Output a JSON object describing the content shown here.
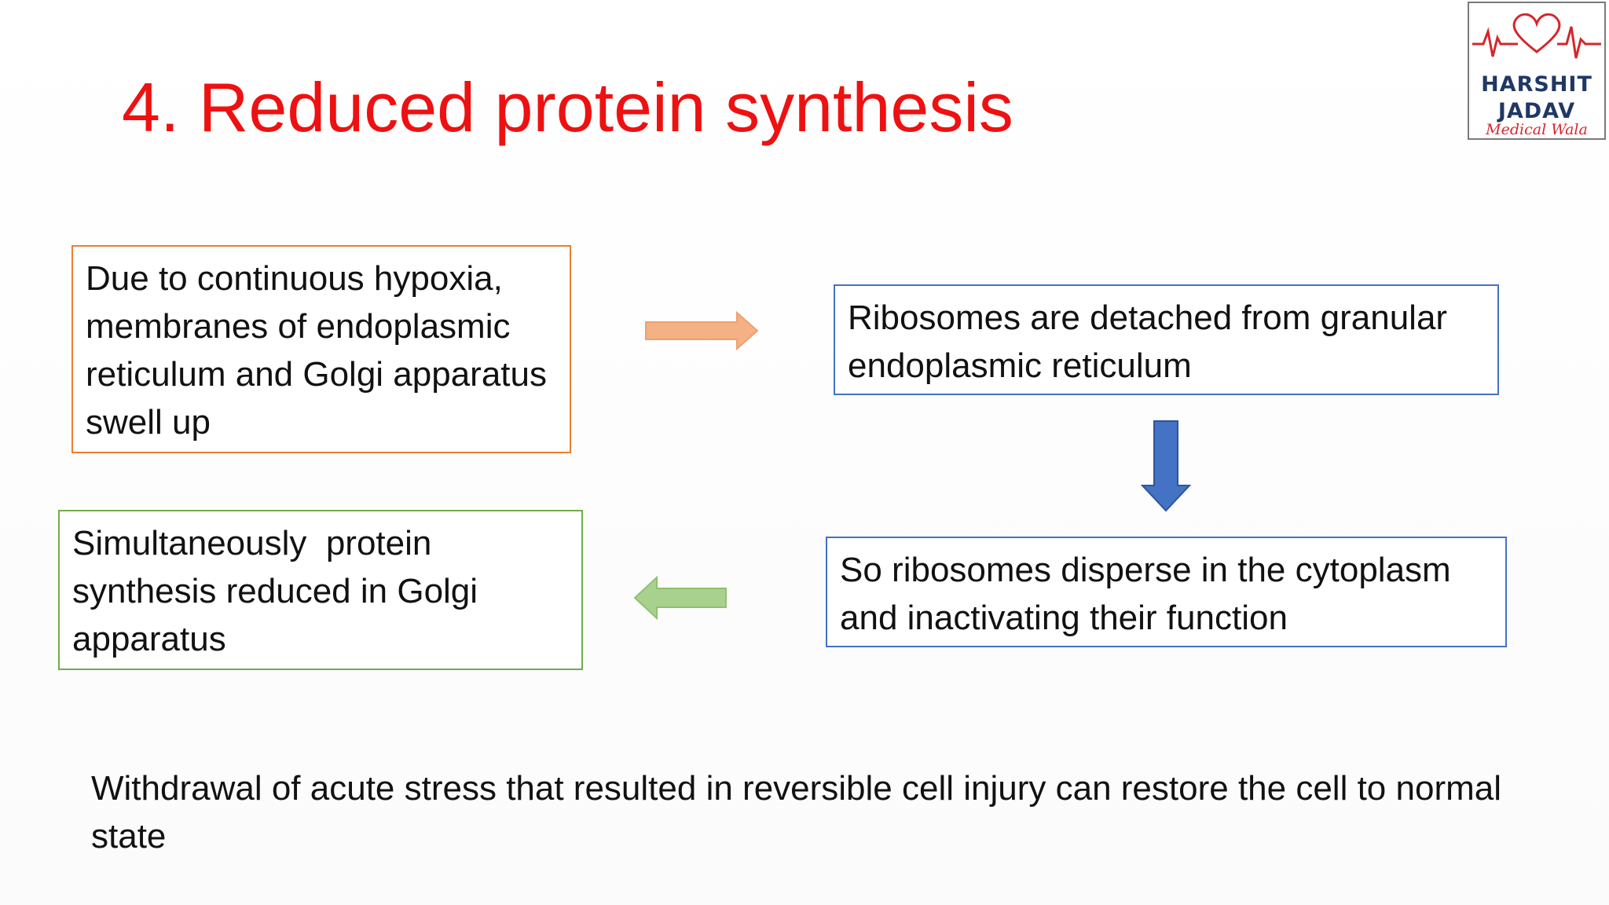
{
  "slide": {
    "title": "4. Reduced protein synthesis",
    "boxes": {
      "hypoxia": "Due to continuous hypoxia, membranes of endoplasmic reticulum and Golgi apparatus swell up",
      "ribosomes_detached": "Ribosomes are detached from granular endoplasmic reticulum",
      "ribosomes_disperse": "So ribosomes disperse in the cytoplasm and inactivating their function",
      "synthesis_reduced": "Simultaneously  protein synthesis reduced in Golgi apparatus"
    },
    "footnote": "Withdrawal of acute stress that resulted in reversible cell injury can restore the cell to normal state"
  },
  "logo": {
    "line1": "HARSHIT",
    "line2": "JADAV",
    "line3": "Medical Wala"
  },
  "colors": {
    "title": "#ee1111",
    "orange_border": "#ed7d31",
    "blue_border": "#4472c4",
    "green_border": "#70ad47",
    "orange_arrow": "#f4b183",
    "blue_arrow": "#4472c4",
    "green_arrow": "#a9d18e",
    "logo_heart": "#d6262c",
    "logo_text": "#1f3864"
  },
  "icons": [
    "right-arrow-icon",
    "down-arrow-icon",
    "left-arrow-icon",
    "heartbeat-icon"
  ]
}
